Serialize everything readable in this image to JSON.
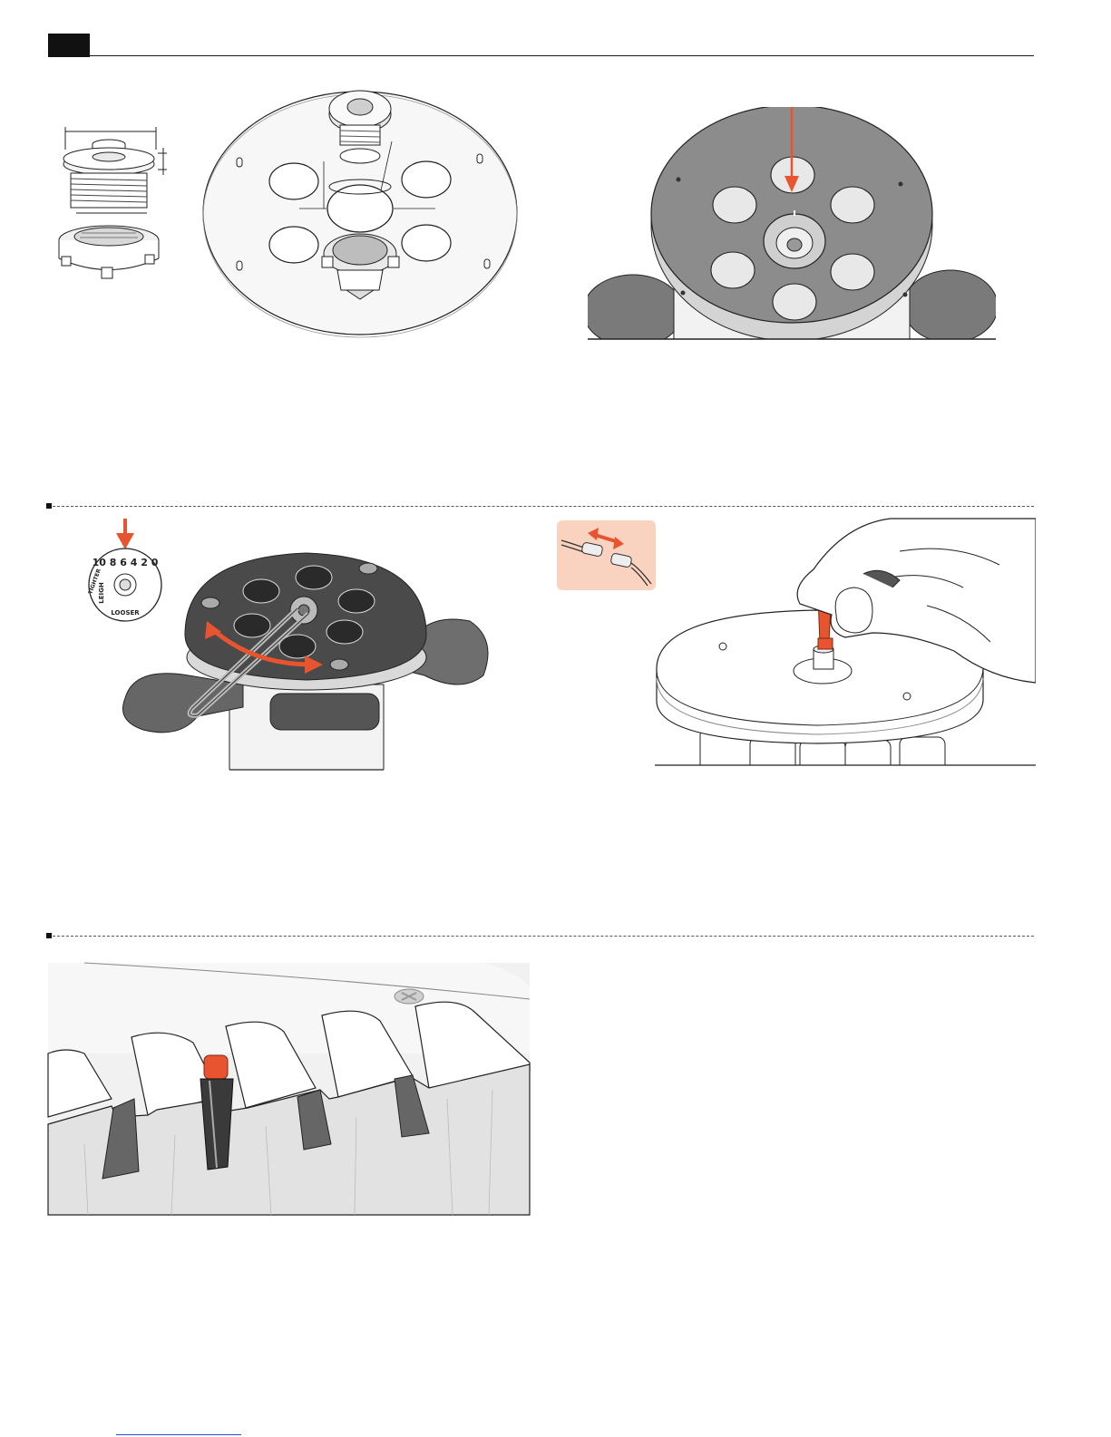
{
  "dial": {
    "scale": "10 8 6 4 2 0",
    "brand": "LEIGH",
    "tighter": "TIGHTER",
    "looser": "LOOSER"
  },
  "colors": {
    "accent": "#e8542f",
    "ink": "#1a1a1a",
    "plate_light": "#f2f2f2",
    "plate_dark": "#8a8a8a",
    "callout_bg": "#f9d2c0"
  },
  "icons": {
    "arrow": "red-arrow-icon",
    "double_arrow": "double-headed-arrow-icon"
  }
}
